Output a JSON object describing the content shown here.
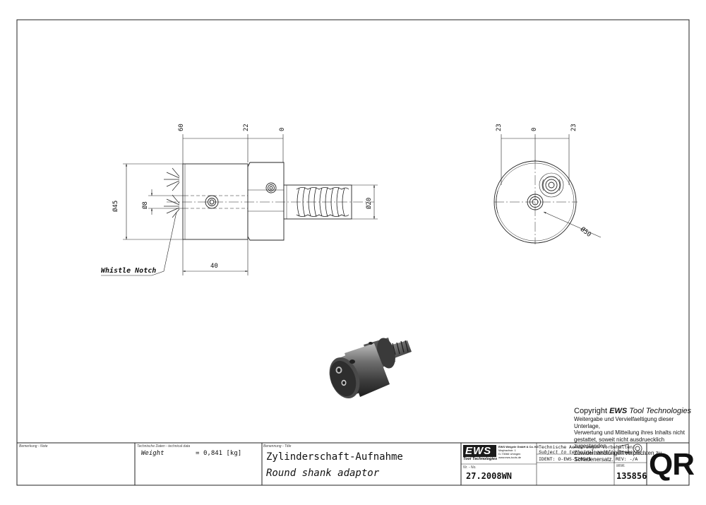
{
  "drawing": {
    "front_view": {
      "dims": {
        "top_60": "60",
        "top_22": "22",
        "top_0": "0",
        "dia_45": "Ø45",
        "dia_8": "Ø8",
        "dia_20": "Ø20",
        "bottom_40": "40"
      },
      "callout": "Whistle Notch"
    },
    "side_view": {
      "dims": {
        "top_23_left": "23",
        "top_0": "0",
        "top_23_right": "23",
        "dia_50": "Ø50"
      }
    }
  },
  "copyright": {
    "prefix": "Copyright",
    "brand": "EWS",
    "suffix": "Tool Technologies",
    "lines": [
      "Weitergabe und Vervielfaeltigung dieser Unterlage,",
      "Verwertung und Mitteilung ihres Inhalts nicht",
      "gestattet, soweit nicht ausdruecklich zugestanden.",
      "Zuwiderhandlungen verpflichten zu Schadenersatz."
    ]
  },
  "title_block": {
    "note_label": "Bemerkung - Note",
    "techdata_label": "Technische Daten - technical data",
    "weight_label": "Weight",
    "weight_eq": "=",
    "weight_value": "0,841 [kg]",
    "title_label": "Benennung - Title",
    "title_de": "Zylinderschaft-Aufnahme",
    "title_en": "Round shank adaptor",
    "logo_text": "EWS",
    "logo_sub": "Tool Technologies",
    "company_lines": [
      "EWS Weigele GmbH & Co. KG",
      "Maybachstr. 1",
      "D-73066 Uhingen",
      "www.ews-tools.de"
    ],
    "nr_label": "Nr. - No.",
    "nr_value": "27.2008WN",
    "change_note_de": "Technische Aenderungen vorbehalten!",
    "change_note_en": "Subject to technical modifications!",
    "ident": "IDENT: O-EWS-120541",
    "rev": "REV: -/A",
    "mnr_label": "MNR.",
    "mnr_value": "135856",
    "qr": "QR"
  }
}
